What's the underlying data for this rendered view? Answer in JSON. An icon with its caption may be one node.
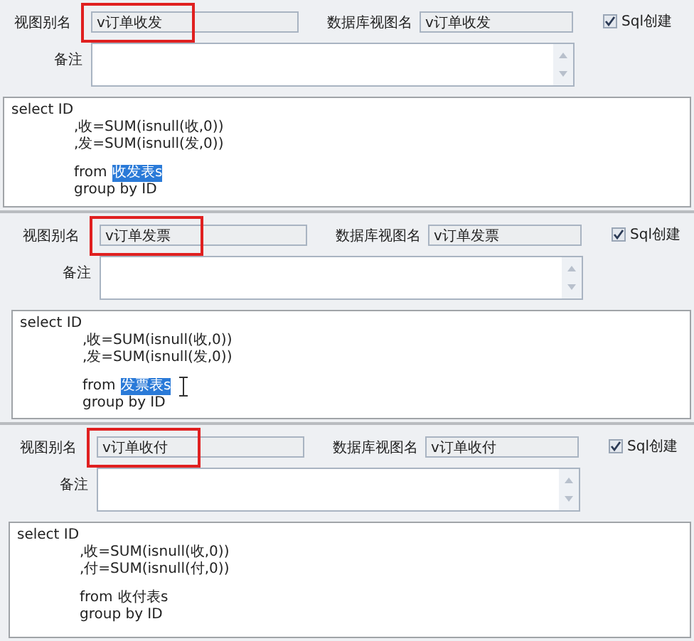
{
  "diagram": {
    "labels": [
      "视图别名",
      "v订单收发",
      "数据库视图名",
      "v订单收发",
      "Sql创建",
      "备注",
      "select ID",
      ",收=SUM(isnull(收,0))",
      ",发=SUM(isnull(发,0))",
      "from",
      "收发表s",
      "group by ID",
      "视图别名",
      "v订单发票",
      "数据库视图名",
      "v订单发票",
      "Sql创建",
      "备注",
      "select ID",
      ",收=SUM(isnull(收,0))",
      ",发=SUM(isnull(发,0))",
      "from",
      "发票表s",
      "group by ID",
      "视图别名",
      "v订单收付",
      "数据库视图名",
      "v订单收付",
      "Sql创建",
      "备注",
      "select ID",
      ",收=SUM(isnull(收,0))",
      ",付=SUM(isnull(付,0))",
      "from",
      "收付表s",
      "group by ID"
    ]
  }
}
